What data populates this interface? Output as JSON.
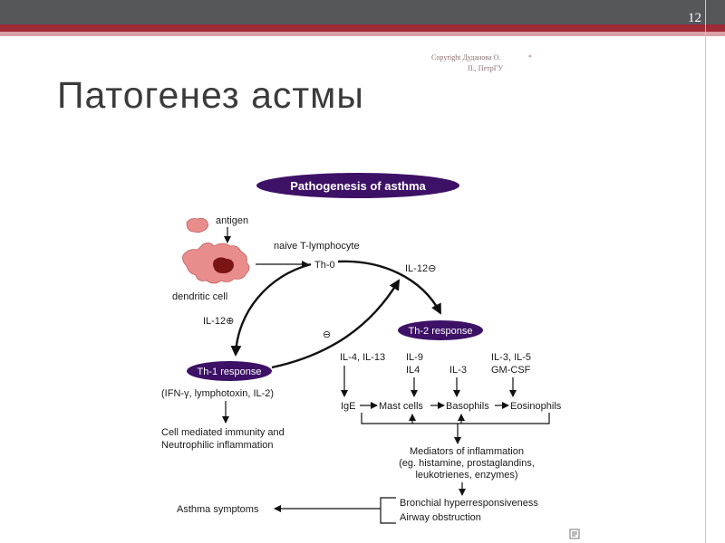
{
  "header": {
    "slide_number": "12"
  },
  "copyright": {
    "line1": "Copyright Дуданова О.",
    "line2": "П., ПетрГУ",
    "star": "*"
  },
  "title": "Патогенез астмы",
  "diagram": {
    "header": "Pathogenesis of asthma",
    "antigen": "antigen",
    "naive": "naive T-lymphocyte",
    "th0": "Th-0",
    "dendritic": "dendritic cell",
    "il12_top": "IL-12⊖",
    "il12_left": "IL-12⊕",
    "minus": "⊖",
    "th2": "Th-2 response",
    "th1": "Th-1 response",
    "ifn": "(IFN-γ, lymphotoxin, IL-2)",
    "cell_line1": "Cell mediated immunity and",
    "cell_line2": "Neutrophilic inflammation",
    "il4_il13": "IL-4, IL-13",
    "il9": "IL-9",
    "il4": "IL4",
    "il3": "IL-3",
    "il3_il5": "IL-3, IL-5",
    "gmcsf": "GM-CSF",
    "ige": "IgE",
    "mast": "Mast cells",
    "basophils": "Basophils",
    "eosinophils": "Eosinophils",
    "med_line1": "Mediators of inflammation",
    "med_line2": "(eg. histamine, prostaglandins,",
    "med_line3": "leukotrienes, enzymes)",
    "asthma": "Asthma symptoms",
    "bronch": "Bronchial hyperresponsiveness",
    "airway": "Airway obstruction"
  },
  "colors": {
    "pill": "#3d1166",
    "antigen": "#e98c8c",
    "accent_red": "#9e2a35",
    "gray": "#55575a"
  }
}
